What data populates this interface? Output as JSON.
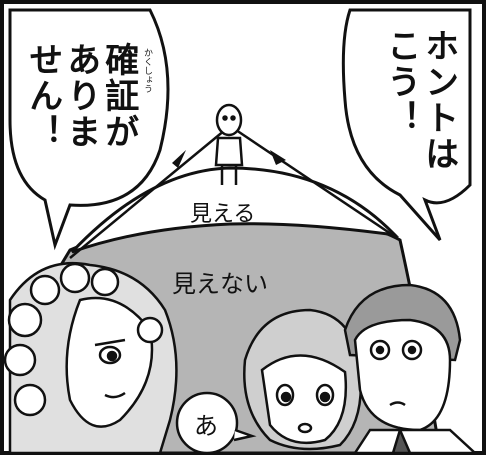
{
  "speech_left": {
    "col1": "確証が",
    "col2": "ありま",
    "col3": "せん！",
    "ruby": "かくしょう"
  },
  "speech_right": {
    "col1": "ホントは",
    "col2": "こう！"
  },
  "hill": {
    "visible_label": "見える",
    "hidden_label": "見えない"
  },
  "small_bubble": {
    "text": "あ"
  },
  "colors": {
    "ink": "#111111",
    "paper": "#ffffff",
    "hidden_area": "#b5b5b5",
    "frame": "#111111"
  }
}
